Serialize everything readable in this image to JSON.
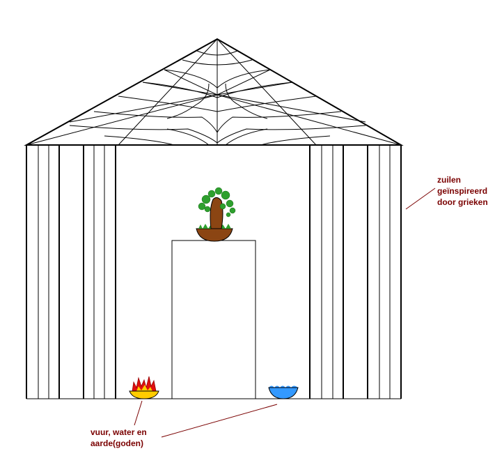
{
  "annotations": {
    "columns": {
      "line1": "zuilen",
      "line2": "geïnspireerd",
      "line3": "door grieken"
    },
    "elements": {
      "line1": "vuur, water en",
      "line2": "aarde(goden)"
    }
  },
  "colors": {
    "outline": "#000000",
    "annotation": "#7a0000",
    "fire": "#e01010",
    "fire_glow": "#ffcc00",
    "water": "#3399ff",
    "soil": "#8b4513",
    "leaf": "#2ea02e"
  },
  "drawing": {
    "subject": "temple-sketch",
    "elements": [
      "roof-pediment",
      "columns",
      "pedestal",
      "bonsai-tree",
      "fire-bowl",
      "water-bowl"
    ]
  }
}
